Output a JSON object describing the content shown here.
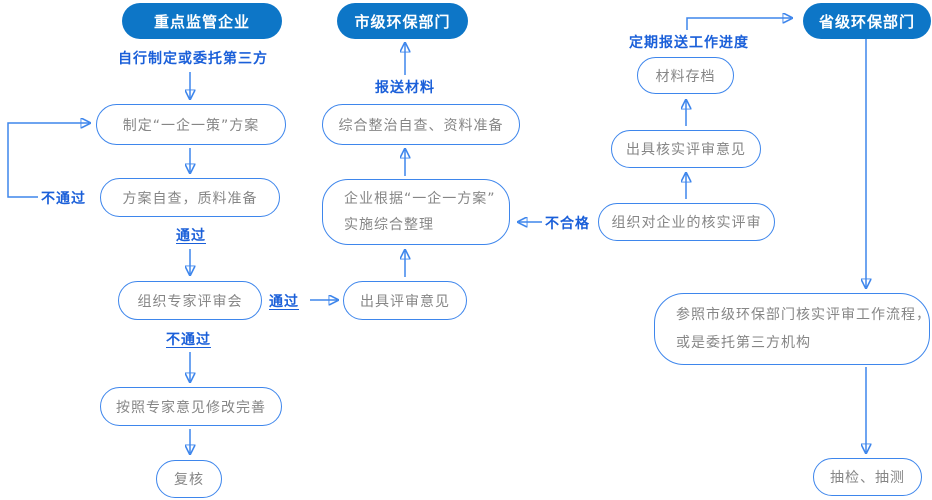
{
  "colors": {
    "pill_bg": "#0d76c7",
    "pill_text": "#ffffff",
    "box_border": "#3e86ec",
    "box_text": "#868686",
    "label_text": "#1a5fd9",
    "line": "#3e86ec",
    "bg": "#ffffff"
  },
  "headers": {
    "enterprise": "重点监管企业",
    "city": "市级环保部门",
    "province": "省级环保部门"
  },
  "nodes": {
    "make_plan": "制定“一企一策”方案",
    "self_check": "方案自查，质料准备",
    "expert_review": "组织专家评审会",
    "revise": "按照专家意见修改完善",
    "recheck": "复核",
    "comprehensive_check": "综合整治自查、资料准备",
    "implement_line1": "企业根据“一企一方案”",
    "implement_line2": "实施综合整理",
    "issue_review_opinion": "出具评审意见",
    "archive": "材料存档",
    "issue_verify_opinion": "出具核实评审意见",
    "organize_verify": "组织对企业的核实评审",
    "refer_line1": "参照市级环保部门核实评审工作流程，",
    "refer_line2": "或是委托第三方机构",
    "spot_check": "抽检、抽测"
  },
  "edge_labels": {
    "self_or_third_party": "自行制定或委托第三方",
    "pass_after_self_check": "通过",
    "fail_to_replan": "不通过",
    "pass_to_issue_review": "通过",
    "fail_after_expert_review": "不通过",
    "submit_material": "报送材料",
    "unqualified": "不合格",
    "periodic_report_progress": "定期报送工作进度"
  }
}
